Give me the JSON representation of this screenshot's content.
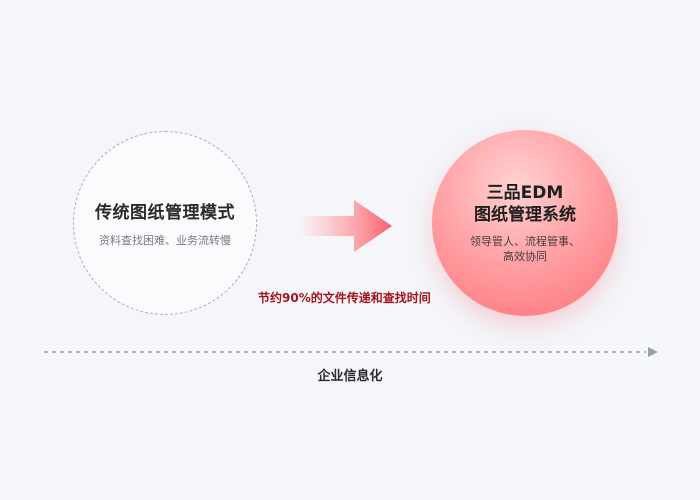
{
  "traditional": {
    "title": "传统图纸管理模式",
    "subtitle": "资料查找困难、业务流转慢"
  },
  "saving_note": "节约90%的文件传递和查找时间",
  "system": {
    "title_line1": "三品EDM",
    "title_line2": "图纸管理系统",
    "desc_line1": "领导管人、流程管事、",
    "desc_line2": "高效协同"
  },
  "axis_label": "企业信息化",
  "colors": {
    "background": "#f4f6fa",
    "accent_red": "#fb6f76",
    "saving_text": "#a4141f",
    "dashed_border": "#a9adb5"
  }
}
